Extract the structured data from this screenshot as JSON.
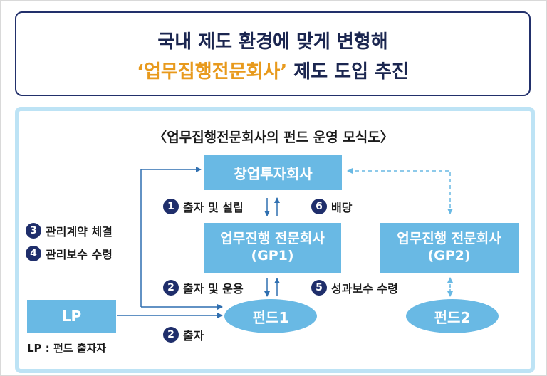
{
  "header": {
    "line1": "국내 제도 환경에 맞게 변형해",
    "line2_highlight": "‘업무집행전문회사’",
    "line2_rest": " 제도 도입 추진"
  },
  "diagram": {
    "subtitle": "〈업무집행전문회사의 펀드 운영 모식도〉",
    "nodes": {
      "vc": "창업투자회사",
      "gp1_line1": "업무진행 전문회사",
      "gp1_line2": "(GP1)",
      "gp2_line1": "업무진행 전문회사",
      "gp2_line2": "(GP2)",
      "lp": "LP",
      "fund1": "펀드1",
      "fund2": "펀드2",
      "lp_note": "LP : 펀드 출자자"
    },
    "steps": [
      {
        "num": "1",
        "label": "출자 및 설립"
      },
      {
        "num": "6",
        "label": "배당"
      },
      {
        "num": "3",
        "label": "관리계약 체결"
      },
      {
        "num": "4",
        "label": "관리보수 수령"
      },
      {
        "num": "2",
        "label": "출자 및 운용"
      },
      {
        "num": "5",
        "label": "성과보수 수령"
      },
      {
        "num": "2",
        "label": "출자"
      }
    ],
    "colors": {
      "node_fill": "#69b9e4",
      "number_badge": "#1f2e6b",
      "title_border": "#22306b",
      "highlight": "#e89a1d",
      "frame_border": "#bde3f5"
    }
  }
}
